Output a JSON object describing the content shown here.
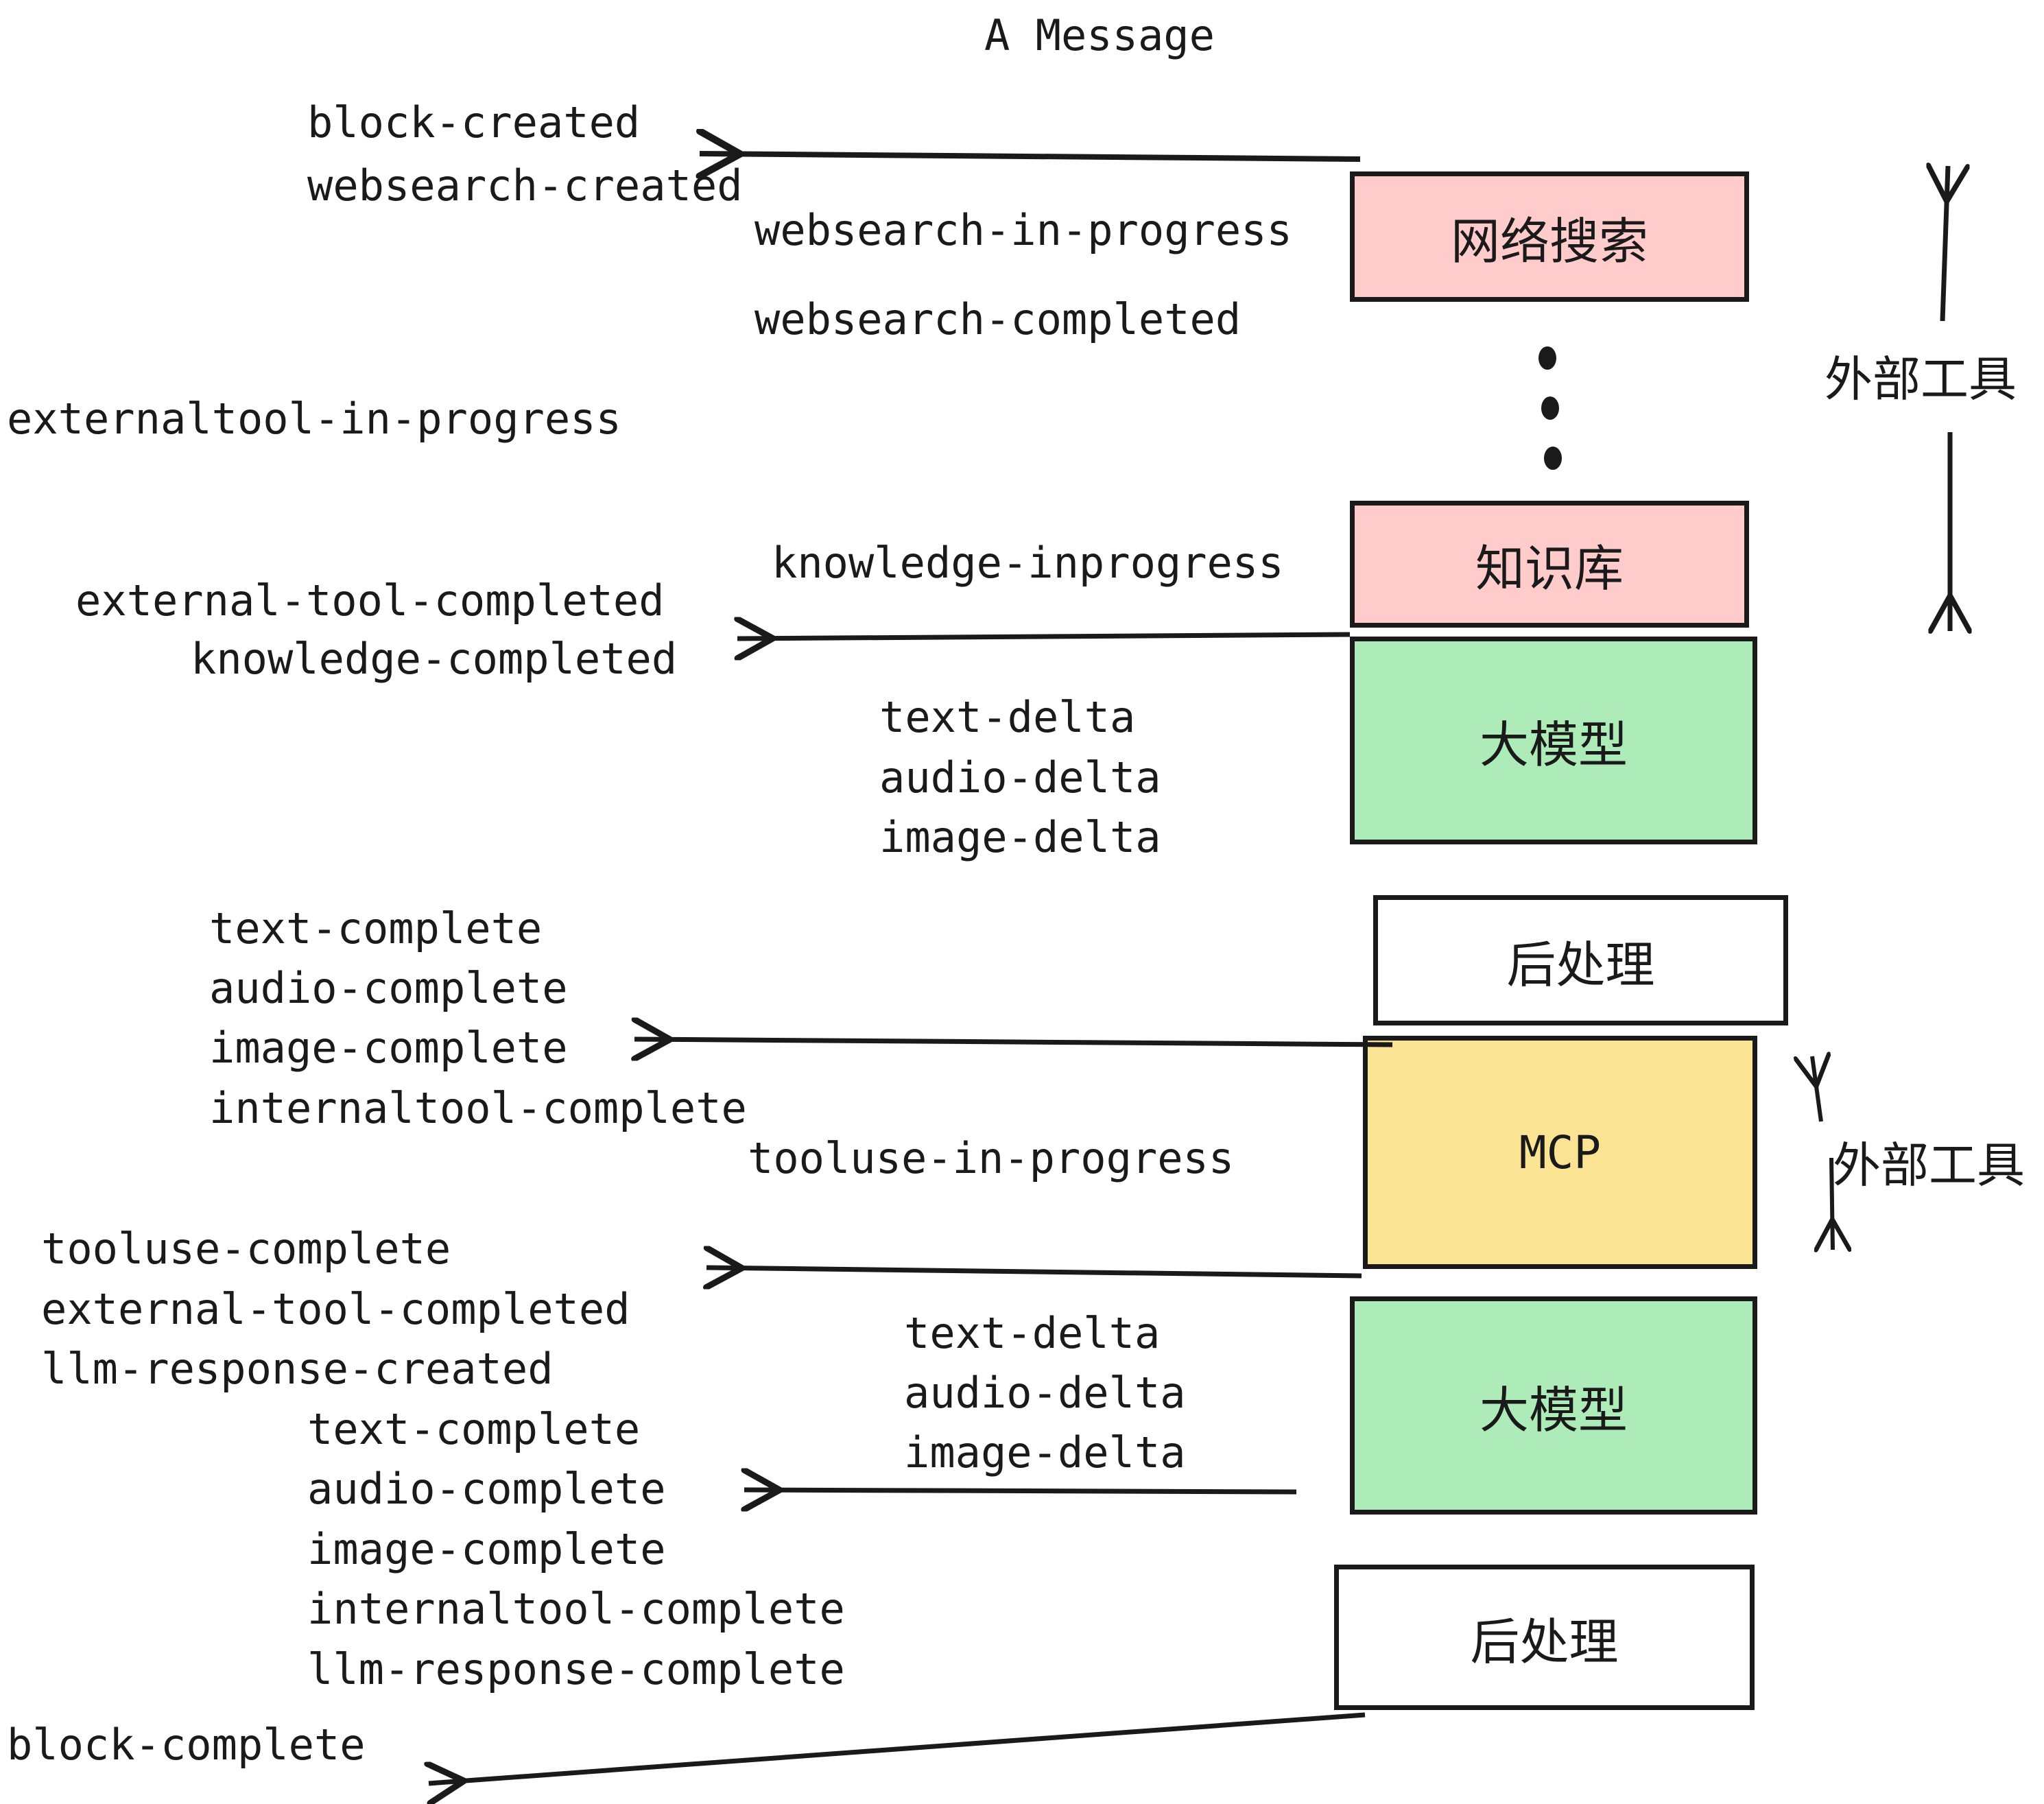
{
  "title": "A Message",
  "colors": {
    "pink": "#FFCCCB",
    "green": "#ADECB9",
    "yellow": "#FAE392",
    "white": "#FFFFFF",
    "stroke": "#1A1A1A"
  },
  "nodes": [
    {
      "id": "websearch",
      "label": "网络搜索",
      "fill": "#FFCCCB"
    },
    {
      "id": "knowledge",
      "label": "知识库",
      "fill": "#FFCCCB"
    },
    {
      "id": "llm-top",
      "label": "大模型",
      "fill": "#ADECB9"
    },
    {
      "id": "postprocess-top",
      "label": "后处理",
      "fill": "#FFFFFF"
    },
    {
      "id": "mcp",
      "label": "MCP",
      "fill": "#FAE392"
    },
    {
      "id": "llm-bottom",
      "label": "大模型",
      "fill": "#ADECB9"
    },
    {
      "id": "postprocess-bottom",
      "label": "后处理",
      "fill": "#FFFFFF"
    }
  ],
  "group_labels": [
    {
      "id": "external-tools-top",
      "label": "外部工具"
    },
    {
      "id": "external-tools-bottom",
      "label": "外部工具"
    }
  ],
  "events": [
    {
      "id": "block-created",
      "label": "block-created"
    },
    {
      "id": "websearch-created",
      "label": "websearch-created"
    },
    {
      "id": "websearch-in-progress",
      "label": "websearch-in-progress"
    },
    {
      "id": "websearch-completed",
      "label": "websearch-completed"
    },
    {
      "id": "externaltool-in-progress",
      "label": "externaltool-in-progress"
    },
    {
      "id": "knowledge-inprogress",
      "label": "knowledge-inprogress"
    },
    {
      "id": "external-tool-completed-1",
      "label": "external-tool-completed"
    },
    {
      "id": "knowledge-completed",
      "label": "knowledge-completed"
    },
    {
      "id": "text-delta-1",
      "label": "text-delta"
    },
    {
      "id": "audio-delta-1",
      "label": "audio-delta"
    },
    {
      "id": "image-delta-1",
      "label": "image-delta"
    },
    {
      "id": "text-complete-1",
      "label": "text-complete"
    },
    {
      "id": "audio-complete-1",
      "label": "audio-complete"
    },
    {
      "id": "image-complete-1",
      "label": "image-complete"
    },
    {
      "id": "internaltool-complete-1",
      "label": "internaltool-complete"
    },
    {
      "id": "tooluse-in-progress",
      "label": "tooluse-in-progress"
    },
    {
      "id": "tooluse-complete",
      "label": "tooluse-complete"
    },
    {
      "id": "external-tool-completed-2",
      "label": "external-tool-completed"
    },
    {
      "id": "llm-response-created",
      "label": "llm-response-created"
    },
    {
      "id": "text-delta-2",
      "label": "text-delta"
    },
    {
      "id": "audio-delta-2",
      "label": "audio-delta"
    },
    {
      "id": "image-delta-2",
      "label": "image-delta"
    },
    {
      "id": "text-complete-2",
      "label": "text-complete"
    },
    {
      "id": "audio-complete-2",
      "label": "audio-complete"
    },
    {
      "id": "image-complete-2",
      "label": "image-complete"
    },
    {
      "id": "internaltool-complete-2",
      "label": "internaltool-complete"
    },
    {
      "id": "llm-response-complete",
      "label": "llm-response-complete"
    },
    {
      "id": "block-complete",
      "label": "block-complete"
    }
  ]
}
